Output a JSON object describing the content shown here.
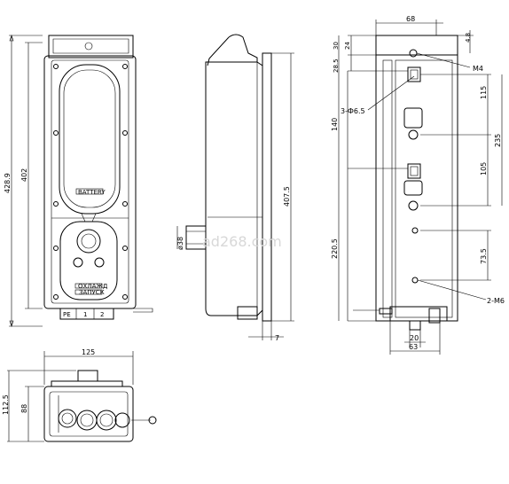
{
  "front_view": {
    "dims": {
      "overall_height": "428.9",
      "inner_height": "402"
    },
    "labels": {
      "battery": "BATTERY",
      "plate_top": "ОХЛАЖД",
      "plate_bottom": "ЗАПУСК",
      "terminal_1": "1",
      "terminal_2": "2",
      "terminal_pe": "РЕ"
    }
  },
  "side_view": {
    "dims": {
      "height": "407.5",
      "depth": "7",
      "diameter": "ø38"
    }
  },
  "right_view": {
    "dims": {
      "width_top": "68",
      "d30": "30",
      "d24": "24",
      "d4_8": "4.8",
      "d28_5": "28.5",
      "d115": "115",
      "d140": "140",
      "d235": "235",
      "d105": "105",
      "d220_5": "220.5",
      "d73_5": "73.5",
      "d20": "20",
      "d63": "63"
    },
    "callouts": {
      "m4": "M4",
      "hole": "3-Ф6.5",
      "m6": "2-M6"
    }
  },
  "bottom_view": {
    "dims": {
      "width": "125",
      "height_outer": "112.5",
      "height_inner": "88"
    }
  },
  "watermark": "ad268.com"
}
